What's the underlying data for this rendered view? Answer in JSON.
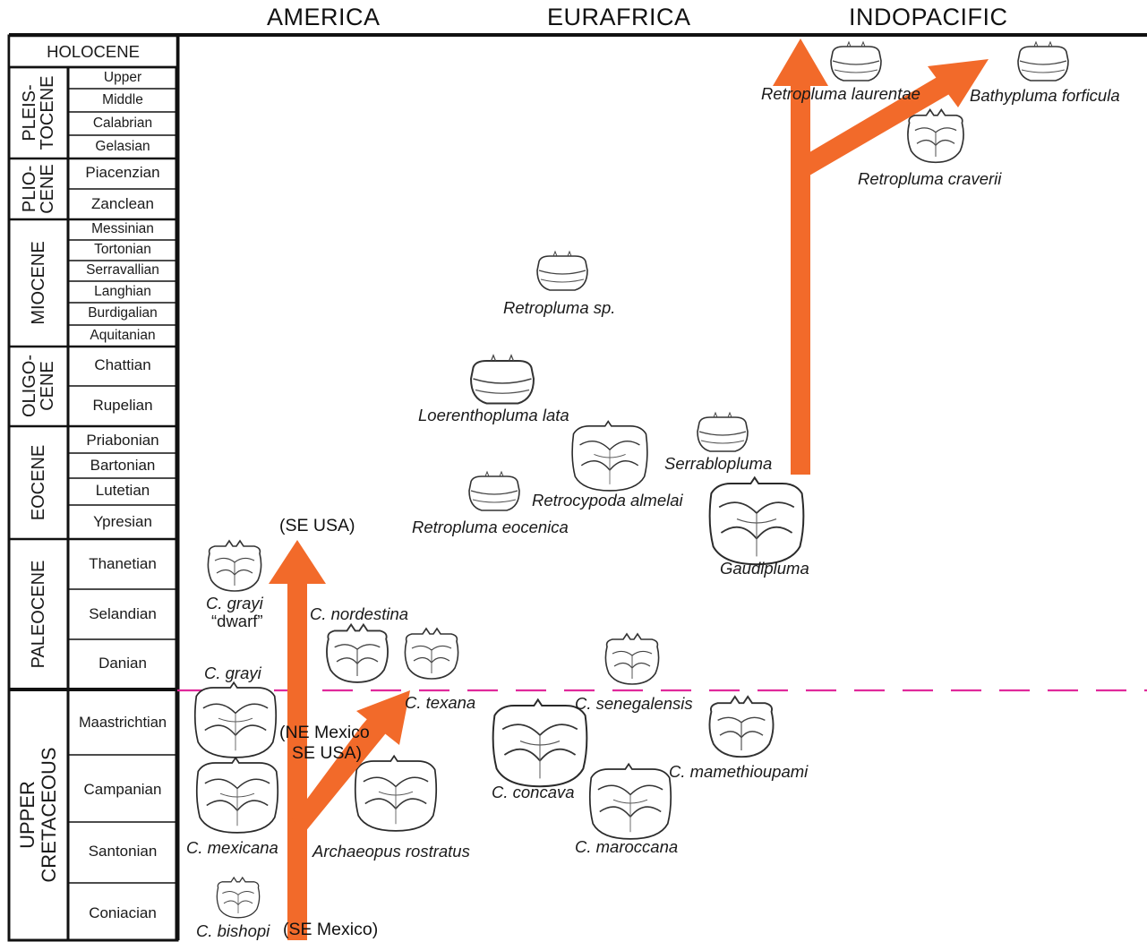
{
  "regions": [
    "AMERICA",
    "EURAFRICA",
    "INDOPACIFIC"
  ],
  "timescale": {
    "holocene": "HOLOCENE",
    "epochs": [
      {
        "label": "PLEIS-\nTOCENE",
        "stages": [
          "Upper",
          "Middle",
          "Calabrian",
          "Gelasian"
        ]
      },
      {
        "label": "PLIO-\nCENE",
        "stages": [
          "Piacenzian",
          "Zanclean"
        ]
      },
      {
        "label": "MIOCENE",
        "stages": [
          "Messinian",
          "Tortonian",
          "Serravallian",
          "Langhian",
          "Burdigalian",
          "Aquitanian"
        ]
      },
      {
        "label": "OLIGO-\nCENE",
        "stages": [
          "Chattian",
          "Rupelian"
        ]
      },
      {
        "label": "EOCENE",
        "stages": [
          "Priabonian",
          "Bartonian",
          "Lutetian",
          "Ypresian"
        ]
      },
      {
        "label": "PALEOCENE",
        "stages": [
          "Thanetian",
          "Selandian",
          "Danian"
        ]
      },
      {
        "label": "UPPER\nCRETACEOUS",
        "stages": [
          "Maastrichtian",
          "Campanian",
          "Santonian",
          "Coniacian"
        ]
      }
    ]
  },
  "taxa": {
    "retropluma_laurentae": "Retropluma laurentae",
    "bathypluma_forficula": "Bathypluma forficula",
    "retropluma_craverii": "Retropluma craverii",
    "retropluma_sp": "Retropluma sp.",
    "loerenthopluma_lata": "Loerenthopluma lata",
    "serrablopluma": "Serrablopluma",
    "retrocypoda_almelai": "Retrocypoda almelai",
    "retropluma_eocenica": "Retropluma eocenica",
    "gaudipluma": "Gaudipluma",
    "c_grayi_dwarf": "C. grayi",
    "dwarf_note": "“dwarf”",
    "c_nordestina": "C. nordestina",
    "c_grayi": "C. grayi",
    "c_texana": "C. texana",
    "c_senegalensis": "C. senegalensis",
    "c_mamethioupami": "C. mamethioupami",
    "c_concava": "C. concava",
    "c_mexicana": "C. mexicana",
    "archaeopus_rostratus": "Archaeopus rostratus",
    "c_maroccana": "C. maroccana",
    "c_bishopi": "C. bishopi"
  },
  "locations": {
    "se_usa": "(SE USA)",
    "ne_mexico": "(NE Mexico",
    "se_usa2": "SE USA)",
    "se_mexico": "(SE Mexico)"
  },
  "colors": {
    "arrow": "#f26a2a",
    "kpg_boundary": "#e0299b",
    "ink": "#1a1a1a"
  }
}
